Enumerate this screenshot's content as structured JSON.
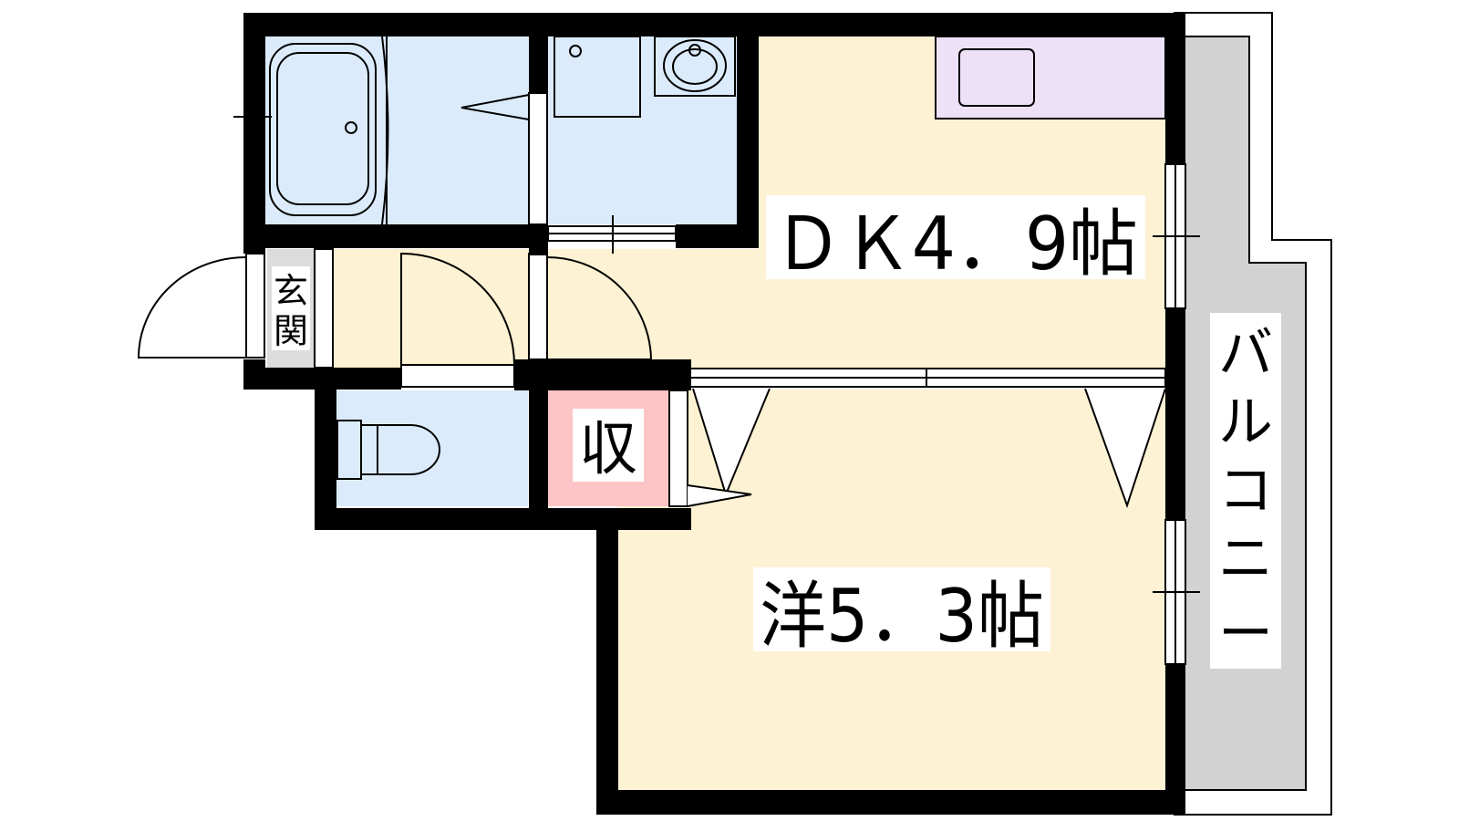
{
  "rooms": {
    "dk": {
      "label": "ＤＫ4．9帖",
      "color": "#fdf2d3"
    },
    "western": {
      "label": "洋5．3帖",
      "color": "#fdf2d3"
    },
    "entrance": {
      "label_line1": "玄",
      "label_line2": "関",
      "color": "#dcdcdc"
    },
    "storage": {
      "label": "収",
      "color": "#fcc4c4"
    },
    "balcony": {
      "label_chars": [
        "バ",
        "ル",
        "コ",
        "ニ",
        "ー"
      ],
      "color": "#d2d2d2"
    },
    "wet_area": {
      "color": "#dcebfb"
    },
    "kitchen_counter": {
      "color": "#ece1f6"
    }
  },
  "colors": {
    "wall": "#000000",
    "line": "#000000",
    "background": "#ffffff"
  }
}
